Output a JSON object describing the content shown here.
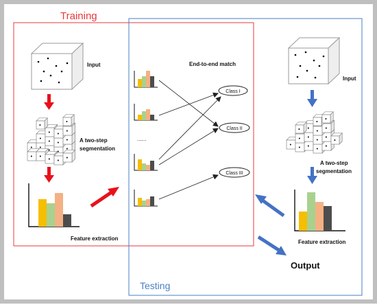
{
  "regions": {
    "training": {
      "label": "Training",
      "color": "#e8383d"
    },
    "testing": {
      "label": "Testing",
      "color": "#4a7fc4"
    }
  },
  "training_flow": {
    "input_label": "Input",
    "segmentation_label_1": "A two-step",
    "segmentation_label_2": "segmentation",
    "feature_label": "Feature extraction"
  },
  "testing_flow": {
    "input_label": "Input",
    "segmentation_label_1": "A two-step",
    "segmentation_label_2": "segmentation",
    "feature_label": "Feature extraction",
    "output_label": "Output"
  },
  "matching": {
    "title": "End-to-end match",
    "ellipsis": "......",
    "classes": [
      "Class I",
      "Class II",
      "Class III"
    ]
  },
  "bar_colors": [
    "#f5be00",
    "#a9d18e",
    "#f4b183",
    "#4d4d4d"
  ],
  "arrow_colors": {
    "red": "#e8111b",
    "blue": "#4472c4"
  },
  "frame_color": "#bfbfbf"
}
